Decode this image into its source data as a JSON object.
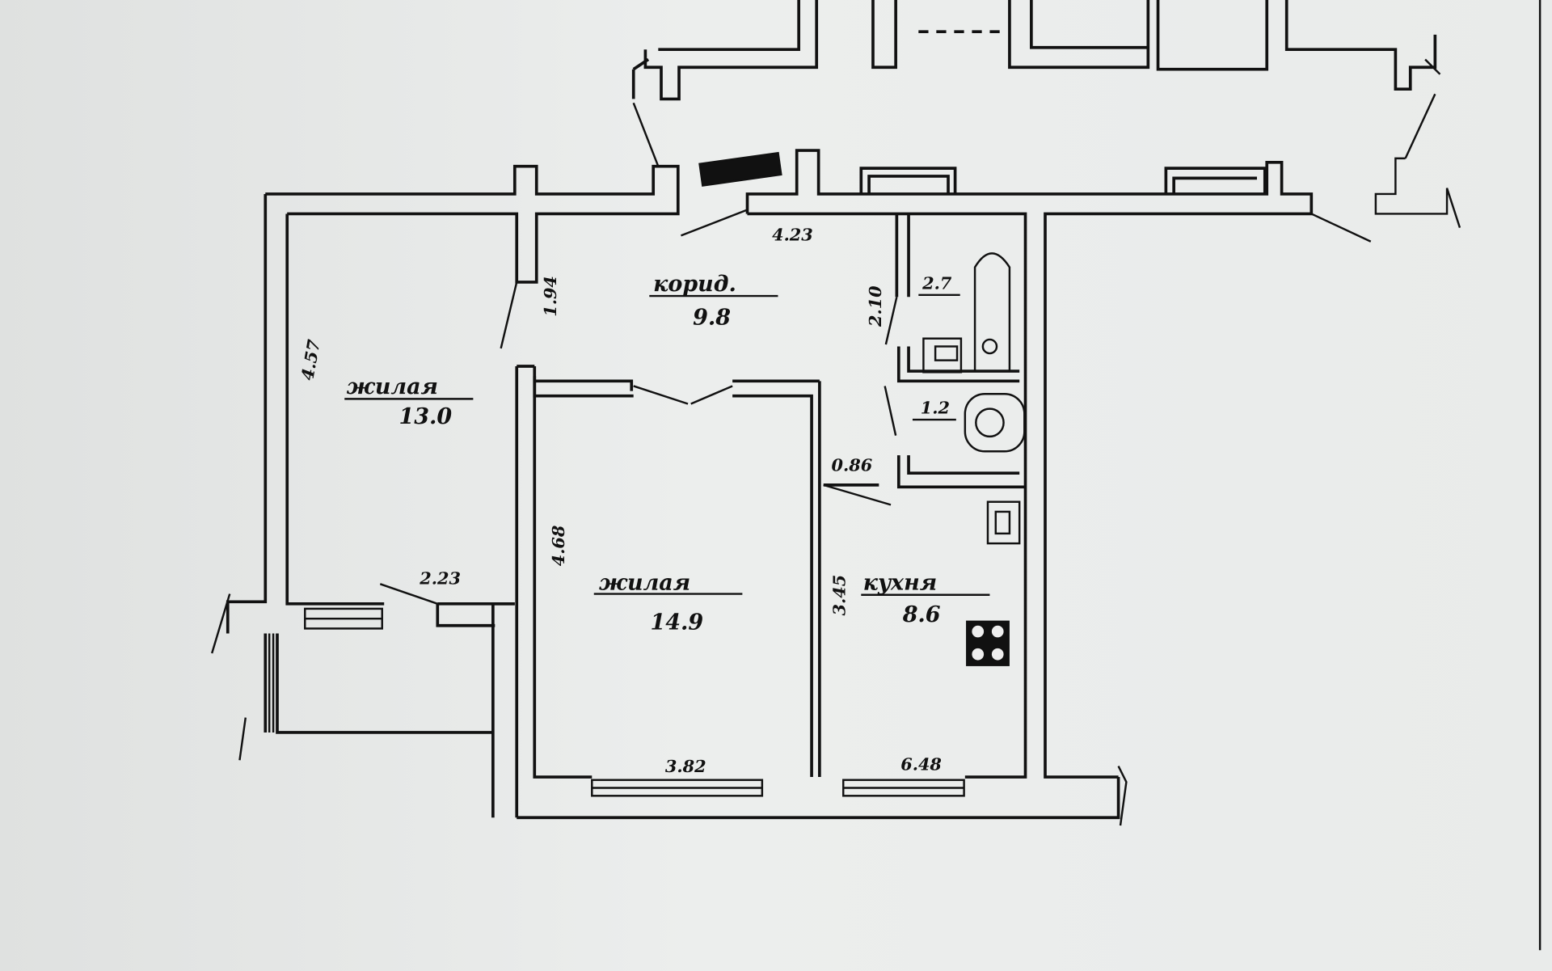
{
  "plan": {
    "rooms": [
      {
        "id": "living-1",
        "name": "жилая",
        "area": "13.0"
      },
      {
        "id": "corridor",
        "name": "корид.",
        "area": "9.8"
      },
      {
        "id": "living-2",
        "name": "жилая",
        "area": "14.9"
      },
      {
        "id": "kitchen",
        "name": "кухня",
        "area": "8.6"
      },
      {
        "id": "bathroom",
        "name": "",
        "area": "2.7"
      },
      {
        "id": "toilet",
        "name": "",
        "area": "1.2"
      }
    ],
    "dimensions": {
      "corridor_width": "4.23",
      "corridor_door_left": "1.94",
      "corridor_door_right": "2.10",
      "living1_height": "4.57",
      "living2_height": "4.68",
      "kitchen_height": "3.45",
      "kitchen_door": "0.86",
      "balcony_door": "2.23",
      "living2_width": "3.82",
      "kitchen_width": "6.48"
    }
  }
}
